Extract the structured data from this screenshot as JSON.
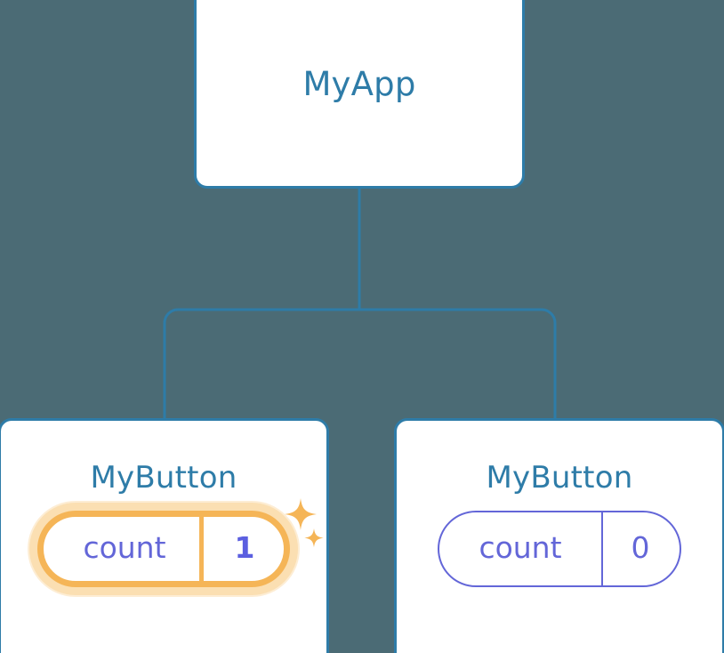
{
  "diagram": {
    "type": "component-tree",
    "background_color": "#4b6b75",
    "node_border_color": "#2e7ca8",
    "node_fill_color": "#ffffff",
    "connector_color": "#2e7ca8",
    "highlight_color": "#f5b557",
    "highlight_glow_color": "#fbdeb0",
    "prop_text_color": "#6366d8",
    "highlight_value_color": "#5b5fe0"
  },
  "root": {
    "title": "MyApp"
  },
  "children": [
    {
      "title": "MyButton",
      "prop": {
        "key": "count",
        "value": "1"
      },
      "highlighted": true,
      "sparkle_icon": "sparkles-icon"
    },
    {
      "title": "MyButton",
      "prop": {
        "key": "count",
        "value": "0"
      },
      "highlighted": false
    }
  ]
}
